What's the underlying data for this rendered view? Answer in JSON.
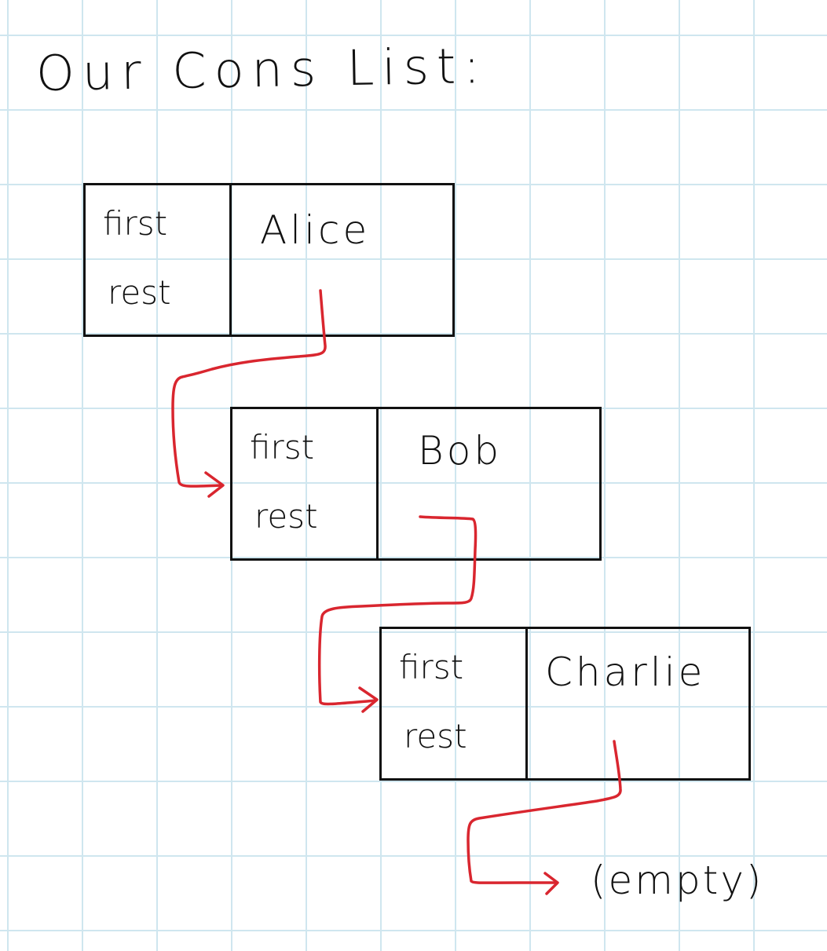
{
  "title": "Our Cons List:",
  "nodes": [
    {
      "first_label": "first",
      "rest_label": "rest",
      "value": "Alice"
    },
    {
      "first_label": "first",
      "rest_label": "rest",
      "value": "Bob"
    },
    {
      "first_label": "first",
      "rest_label": "rest",
      "value": "Charlie"
    }
  ],
  "terminal": "(empty)",
  "colors": {
    "arrow": "#d9262f",
    "ink": "#111111",
    "grid": "#cfe6ef"
  }
}
